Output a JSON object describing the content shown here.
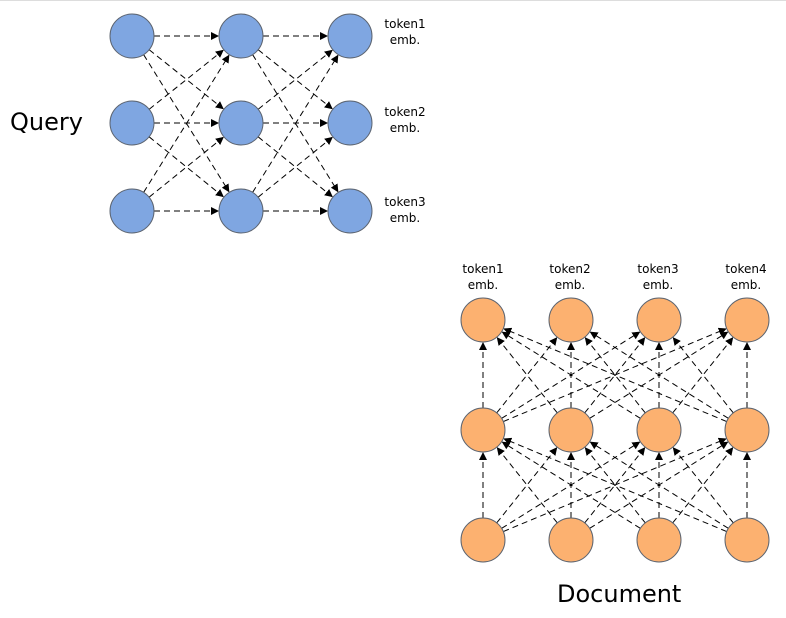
{
  "diagram": {
    "query": {
      "label": "Query",
      "node_color": "#7fa6e1",
      "outputs": [
        {
          "line1": "token1",
          "line2": "emb."
        },
        {
          "line1": "token2",
          "line2": "emb."
        },
        {
          "line1": "token3",
          "line2": "emb."
        }
      ]
    },
    "document": {
      "label": "Document",
      "node_color": "#fcb170",
      "outputs": [
        {
          "line1": "token1",
          "line2": "emb."
        },
        {
          "line1": "token2",
          "line2": "emb."
        },
        {
          "line1": "token3",
          "line2": "emb."
        },
        {
          "line1": "token4",
          "line2": "emb."
        }
      ]
    },
    "node_stroke": "#5c6470",
    "edge_color": "#000000"
  }
}
